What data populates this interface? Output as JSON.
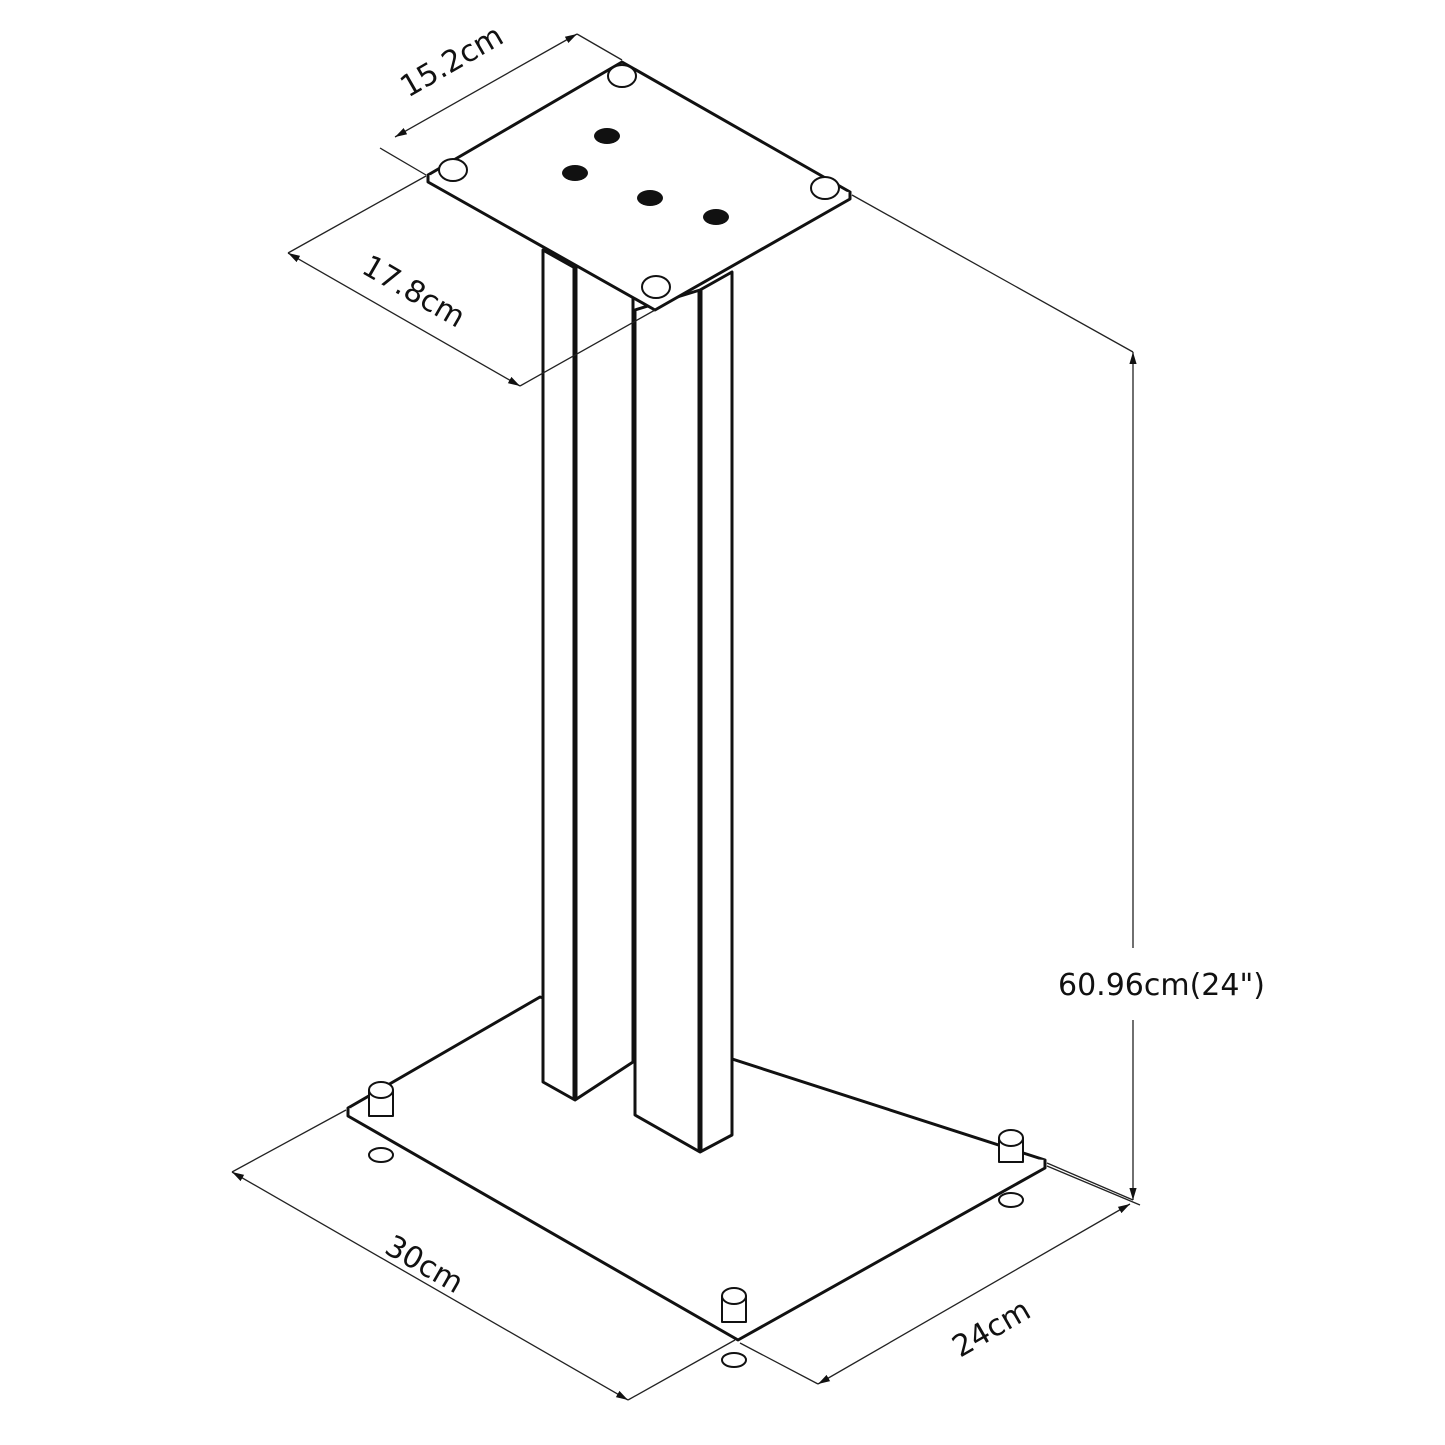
{
  "diagram": {
    "subject": "speaker stand with twin columns, top plate and base plate",
    "dimensions": {
      "top_plate_width": "15.2cm",
      "top_plate_depth": "17.8cm",
      "height": "60.96cm(24\")",
      "base_length": "30cm",
      "base_width": "24cm"
    },
    "parts": [
      "top-plate",
      "rubber-pads",
      "mounting-holes",
      "column-left",
      "column-right",
      "base-plate",
      "spike-feet"
    ],
    "colors": {
      "line": "#111111",
      "background": "#ffffff"
    }
  }
}
